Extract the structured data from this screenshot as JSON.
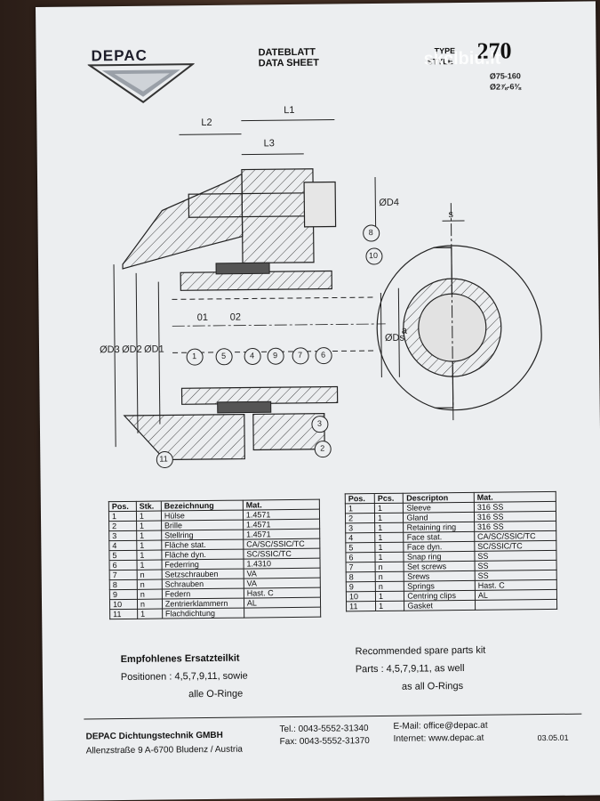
{
  "header": {
    "brand": "DEPAC",
    "title_de": "DATEBLATT",
    "title_en": "DATA SHEET",
    "type_label_1": "TYPE",
    "type_label_2": "STYLE",
    "type_number": "270",
    "range_mm": "Ø75-160",
    "range_in": "Ø2⅞-6⅜",
    "watermark": "skelbiu.lt"
  },
  "drawing": {
    "dims": [
      "L2",
      "L1",
      "L3",
      "ØD4",
      "ØD3",
      "ØD2",
      "ØD1",
      "ØDs",
      "a",
      "s"
    ],
    "callouts": [
      "8",
      "10",
      "1",
      "5",
      "4",
      "9",
      "7",
      "6",
      "3",
      "2",
      "11"
    ],
    "o_labels": [
      "01",
      "02"
    ]
  },
  "table_de": {
    "headers": [
      "Pos.",
      "Stk.",
      "Bezeichnung",
      "Mat."
    ],
    "rows": [
      [
        "1",
        "1",
        "Hülse",
        "1.4571"
      ],
      [
        "2",
        "1",
        "Brille",
        "1.4571"
      ],
      [
        "3",
        "1",
        "Stellring",
        "1.4571"
      ],
      [
        "4",
        "1",
        "Fläche stat.",
        "CA/SC/SSIC/TC"
      ],
      [
        "5",
        "1",
        "Fläche dyn.",
        "SC/SSIC/TC"
      ],
      [
        "6",
        "1",
        "Federring",
        "1.4310"
      ],
      [
        "7",
        "n",
        "Setzschrauben",
        "VA"
      ],
      [
        "8",
        "n",
        "Schrauben",
        "VA"
      ],
      [
        "9",
        "n",
        "Federn",
        "Hast. C"
      ],
      [
        "10",
        "n",
        "Zentrierklammern",
        "AL"
      ],
      [
        "11",
        "1",
        "Flachdichtung",
        ""
      ]
    ]
  },
  "table_en": {
    "headers": [
      "Pos.",
      "Pcs.",
      "Descripton",
      "Mat."
    ],
    "rows": [
      [
        "1",
        "1",
        "Sleeve",
        "316 SS"
      ],
      [
        "2",
        "1",
        "Gland",
        "316 SS"
      ],
      [
        "3",
        "1",
        "Retaining ring",
        "316 SS"
      ],
      [
        "4",
        "1",
        "Face stat.",
        "CA/SC/SSIC/TC"
      ],
      [
        "5",
        "1",
        "Face dyn.",
        "SC/SSIC/TC"
      ],
      [
        "6",
        "1",
        "Snap ring",
        "SS"
      ],
      [
        "7",
        "n",
        "Set screws",
        "SS"
      ],
      [
        "8",
        "n",
        "Srews",
        "SS"
      ],
      [
        "9",
        "n",
        "Springs",
        "Hast. C"
      ],
      [
        "10",
        "1",
        "Centring clips",
        "AL"
      ],
      [
        "11",
        "1",
        "Gasket",
        ""
      ]
    ]
  },
  "spares_de": {
    "title": "Empfohlenes Ersatzteilkit",
    "line1": "Positionen :  4,5,7,9,11,  sowie",
    "line2": "alle O-Ringe"
  },
  "spares_en": {
    "title": "Recommended spare parts kit",
    "line1": "Parts :  4,5,7,9,11,  as well",
    "line2": "as all O-Rings"
  },
  "footer": {
    "company": "DEPAC Dichtungstechnik GMBH",
    "address": "Allenzstraße 9  A-6700 Bludenz / Austria",
    "tel": "Tel.: 0043-5552-31340",
    "fax": "Fax: 0043-5552-31370",
    "email": "E-Mail: office@depac.at",
    "internet": "Internet: www.depac.at",
    "date": "03.05.01"
  }
}
